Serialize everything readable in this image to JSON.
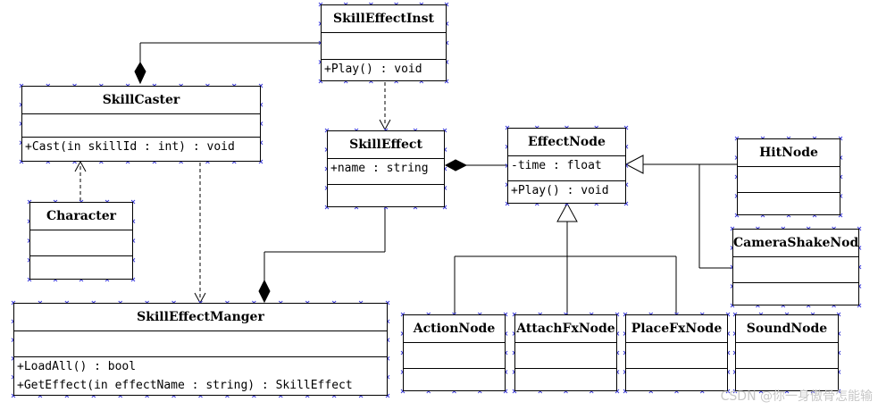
{
  "diagram": {
    "classes": {
      "skill_effect_inst": {
        "name": "SkillEffectInst",
        "attributes": [],
        "operations": [
          "+Play() : void"
        ]
      },
      "skill_caster": {
        "name": "SkillCaster",
        "attributes": [],
        "operations": [
          "+Cast(in skillId : int) : void"
        ]
      },
      "skill_effect": {
        "name": "SkillEffect",
        "attributes": [
          "+name : string"
        ],
        "operations": []
      },
      "effect_node": {
        "name": "EffectNode",
        "attributes": [
          "-time : float"
        ],
        "operations": [
          "+Play() : void"
        ]
      },
      "hit_node": {
        "name": "HitNode",
        "attributes": [],
        "operations": []
      },
      "camera_shake_node": {
        "name": "CameraShakeNode",
        "attributes": [],
        "operations": []
      },
      "character": {
        "name": "Character",
        "attributes": [],
        "operations": []
      },
      "skill_effect_manger": {
        "name": "SkillEffectManger",
        "attributes": [],
        "operations": [
          "+LoadAll() : bool",
          "+GetEffect(in effectName : string) : SkillEffect"
        ]
      },
      "action_node": {
        "name": "ActionNode",
        "attributes": [],
        "operations": []
      },
      "attach_fx_node": {
        "name": "AttachFxNode",
        "attributes": [],
        "operations": []
      },
      "place_fx_node": {
        "name": "PlaceFxNode",
        "attributes": [],
        "operations": []
      },
      "sound_node": {
        "name": "SoundNode",
        "attributes": [],
        "operations": []
      }
    },
    "relationships": [
      {
        "type": "composition",
        "whole": "SkillCaster",
        "part": "SkillEffectInst"
      },
      {
        "type": "dependency",
        "from": "SkillEffectInst",
        "to": "SkillEffect"
      },
      {
        "type": "dependency",
        "from": "Character",
        "to": "SkillCaster"
      },
      {
        "type": "dependency",
        "from": "SkillCaster",
        "to": "SkillEffectManger"
      },
      {
        "type": "composition",
        "whole": "SkillEffectManger",
        "part": "SkillEffect"
      },
      {
        "type": "composition",
        "whole": "SkillEffect",
        "part": "EffectNode"
      },
      {
        "type": "generalization",
        "child": "HitNode",
        "parent": "EffectNode"
      },
      {
        "type": "generalization",
        "child": "CameraShakeNode",
        "parent": "EffectNode"
      },
      {
        "type": "generalization",
        "child": "ActionNode",
        "parent": "EffectNode"
      },
      {
        "type": "generalization",
        "child": "AttachFxNode",
        "parent": "EffectNode"
      },
      {
        "type": "generalization",
        "child": "PlaceFxNode",
        "parent": "EffectNode"
      }
    ]
  },
  "watermark": "CSDN @你一身傲骨怎能输",
  "colors": {
    "line": "#000000",
    "marker": "#3a3ad8",
    "background": "#ffffff",
    "watermark": "#c8c8c8"
  }
}
